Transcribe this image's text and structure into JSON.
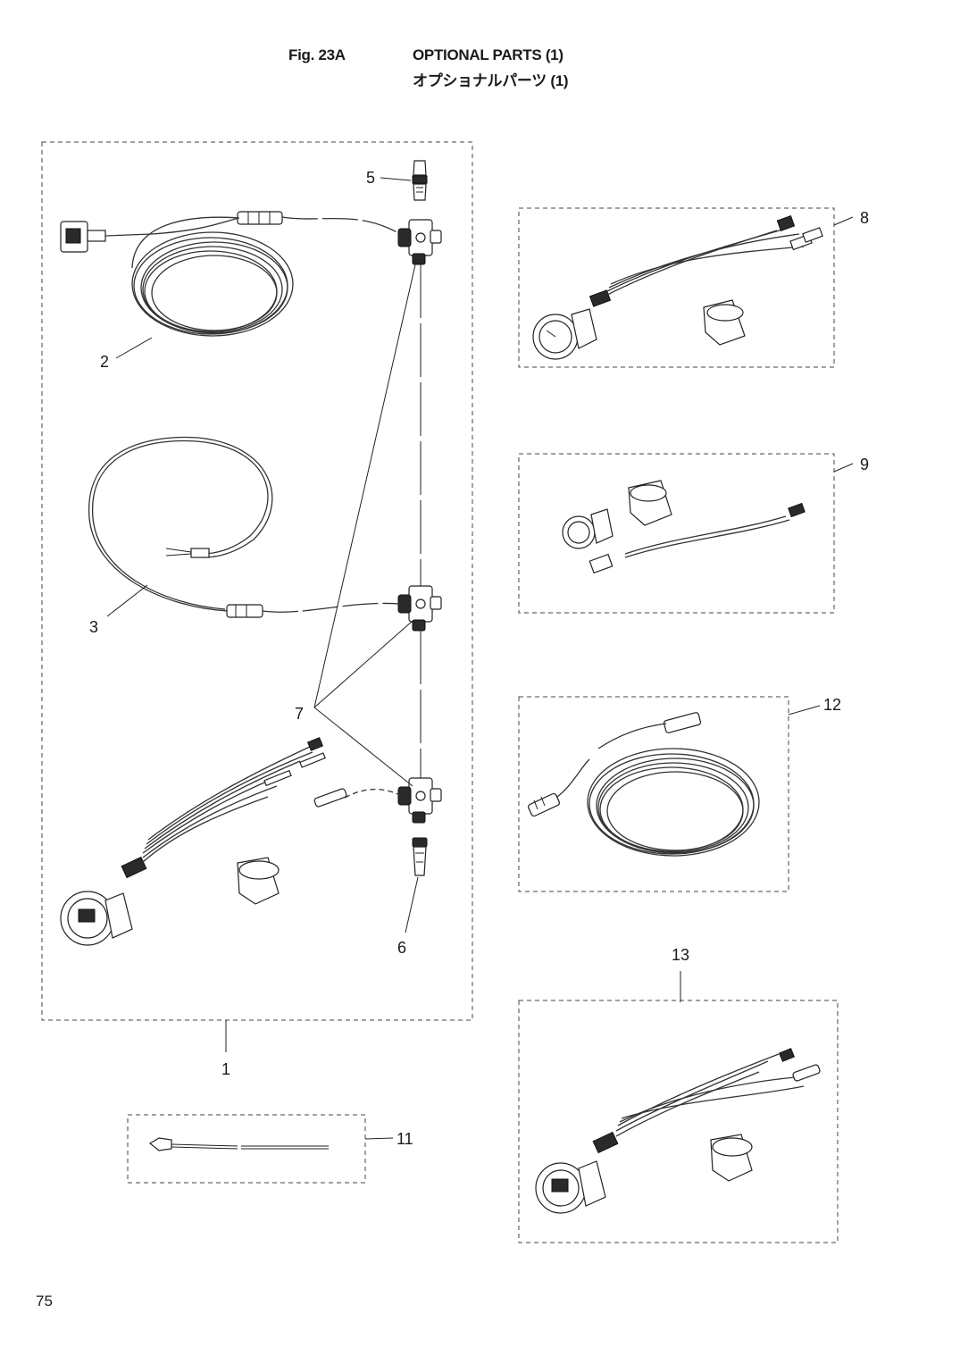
{
  "header": {
    "figure_number": "Fig. 23A",
    "title_en": "OPTIONAL PARTS (1)",
    "title_jp": "オプショナルパーツ (1)"
  },
  "callouts": {
    "c1": "1",
    "c2": "2",
    "c3": "3",
    "c5": "5",
    "c6": "6",
    "c7": "7",
    "c8": "8",
    "c9": "9",
    "c11": "11",
    "c12": "12",
    "c13": "13"
  },
  "parts": [
    {
      "ref": "1",
      "depicts": "gauge-kit-assembly-group"
    },
    {
      "ref": "2",
      "depicts": "coiled-cable-with-connector"
    },
    {
      "ref": "3",
      "depicts": "cable-with-open-leads"
    },
    {
      "ref": "5",
      "depicts": "terminator-plug"
    },
    {
      "ref": "6",
      "depicts": "terminator-plug"
    },
    {
      "ref": "7",
      "depicts": "t-connector"
    },
    {
      "ref": "8",
      "depicts": "gauge-with-harness"
    },
    {
      "ref": "9",
      "depicts": "gauge-with-harness"
    },
    {
      "ref": "11",
      "depicts": "probe-wire"
    },
    {
      "ref": "12",
      "depicts": "coiled-extension-cable"
    },
    {
      "ref": "13",
      "depicts": "digital-gauge-with-harness"
    }
  ],
  "footer": {
    "page_number": "75"
  }
}
